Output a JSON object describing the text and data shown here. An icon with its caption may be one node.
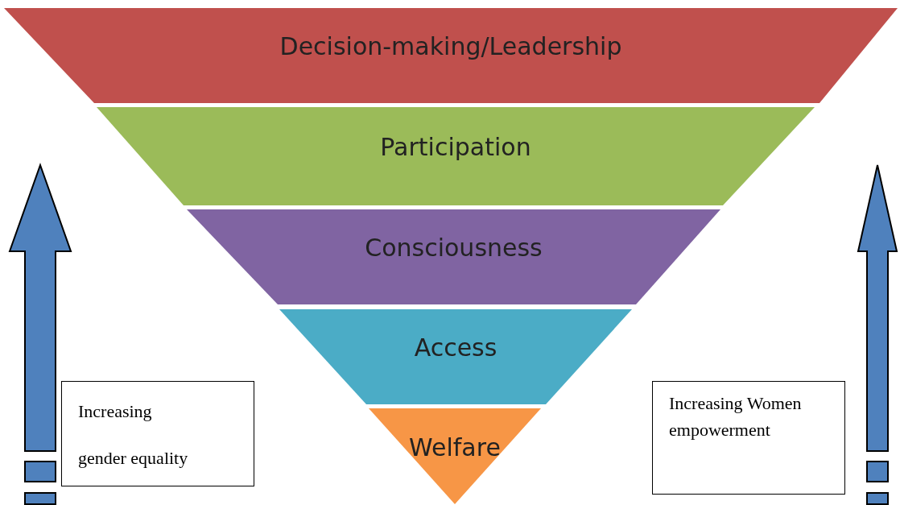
{
  "diagram": {
    "nodes": [
      {
        "text": [
          "Decision-making/Leadership"
        ]
      },
      {
        "text": [
          "Participation"
        ]
      },
      {
        "text": [
          "Consciousness"
        ]
      },
      {
        "text": [
          "Access"
        ]
      },
      {
        "text": [
          "Welfare"
        ]
      },
      {
        "text": [
          "Increasing gender equality"
        ]
      },
      {
        "text": [
          "Increasing Women empowerment"
        ]
      }
    ]
  }
}
